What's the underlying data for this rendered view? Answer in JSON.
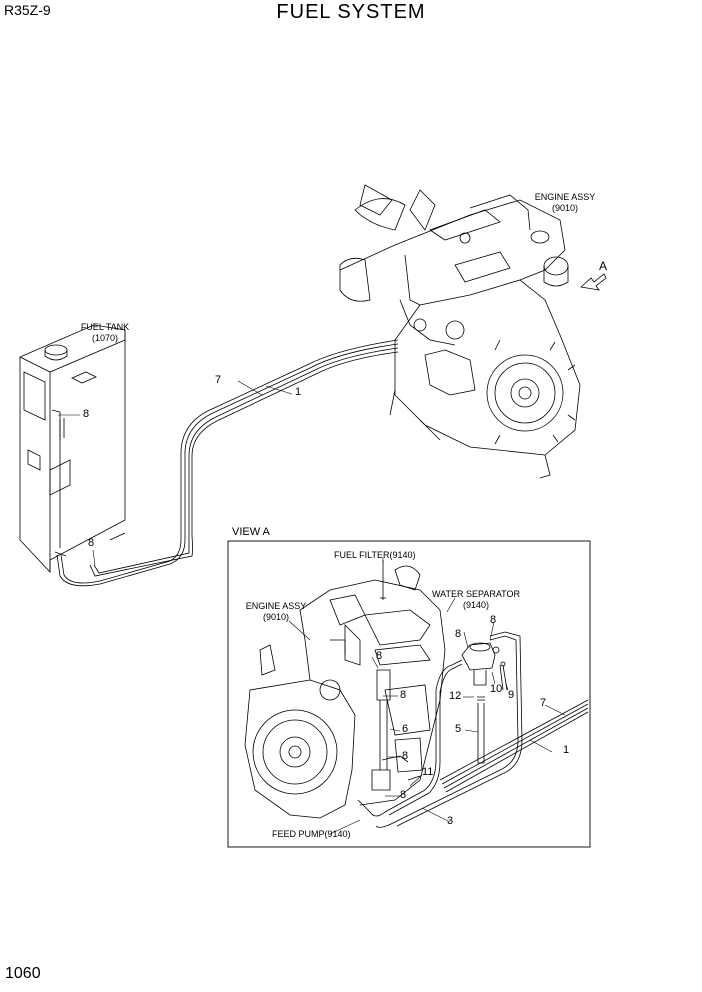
{
  "header": {
    "model": "R35Z-9",
    "title": "FUEL SYSTEM"
  },
  "footer": {
    "page_number": "1060"
  },
  "labels": {
    "engine_top": {
      "line1": "ENGINE ASSY",
      "line2": "(9010)"
    },
    "fuel_tank": {
      "line1": "FUEL TANK",
      "line2": "(1070)"
    },
    "view_arrow": "A",
    "view_a_title": "VIEW A",
    "fuel_filter": "FUEL FILTER(9140)",
    "water_separator": {
      "line1": "WATER SEPARATOR",
      "line2": "(9140)"
    },
    "engine_view": {
      "line1": "ENGINE ASSY",
      "line2": "(9010)"
    },
    "feed_pump": "FEED PUMP(9140)"
  },
  "callouts": {
    "top_7": "7",
    "top_1": "1",
    "tank_8a": "8",
    "tank_8b": "8",
    "v_8a": "8",
    "v_8b": "8",
    "v_8c": "8",
    "v_8d": "8",
    "v_8e": "8",
    "v_8f": "8",
    "v_6": "6",
    "v_12": "12",
    "v_10": "10",
    "v_9": "9",
    "v_5": "5",
    "v_11": "11",
    "v_3": "3",
    "v_7": "7",
    "v_1": "1"
  }
}
